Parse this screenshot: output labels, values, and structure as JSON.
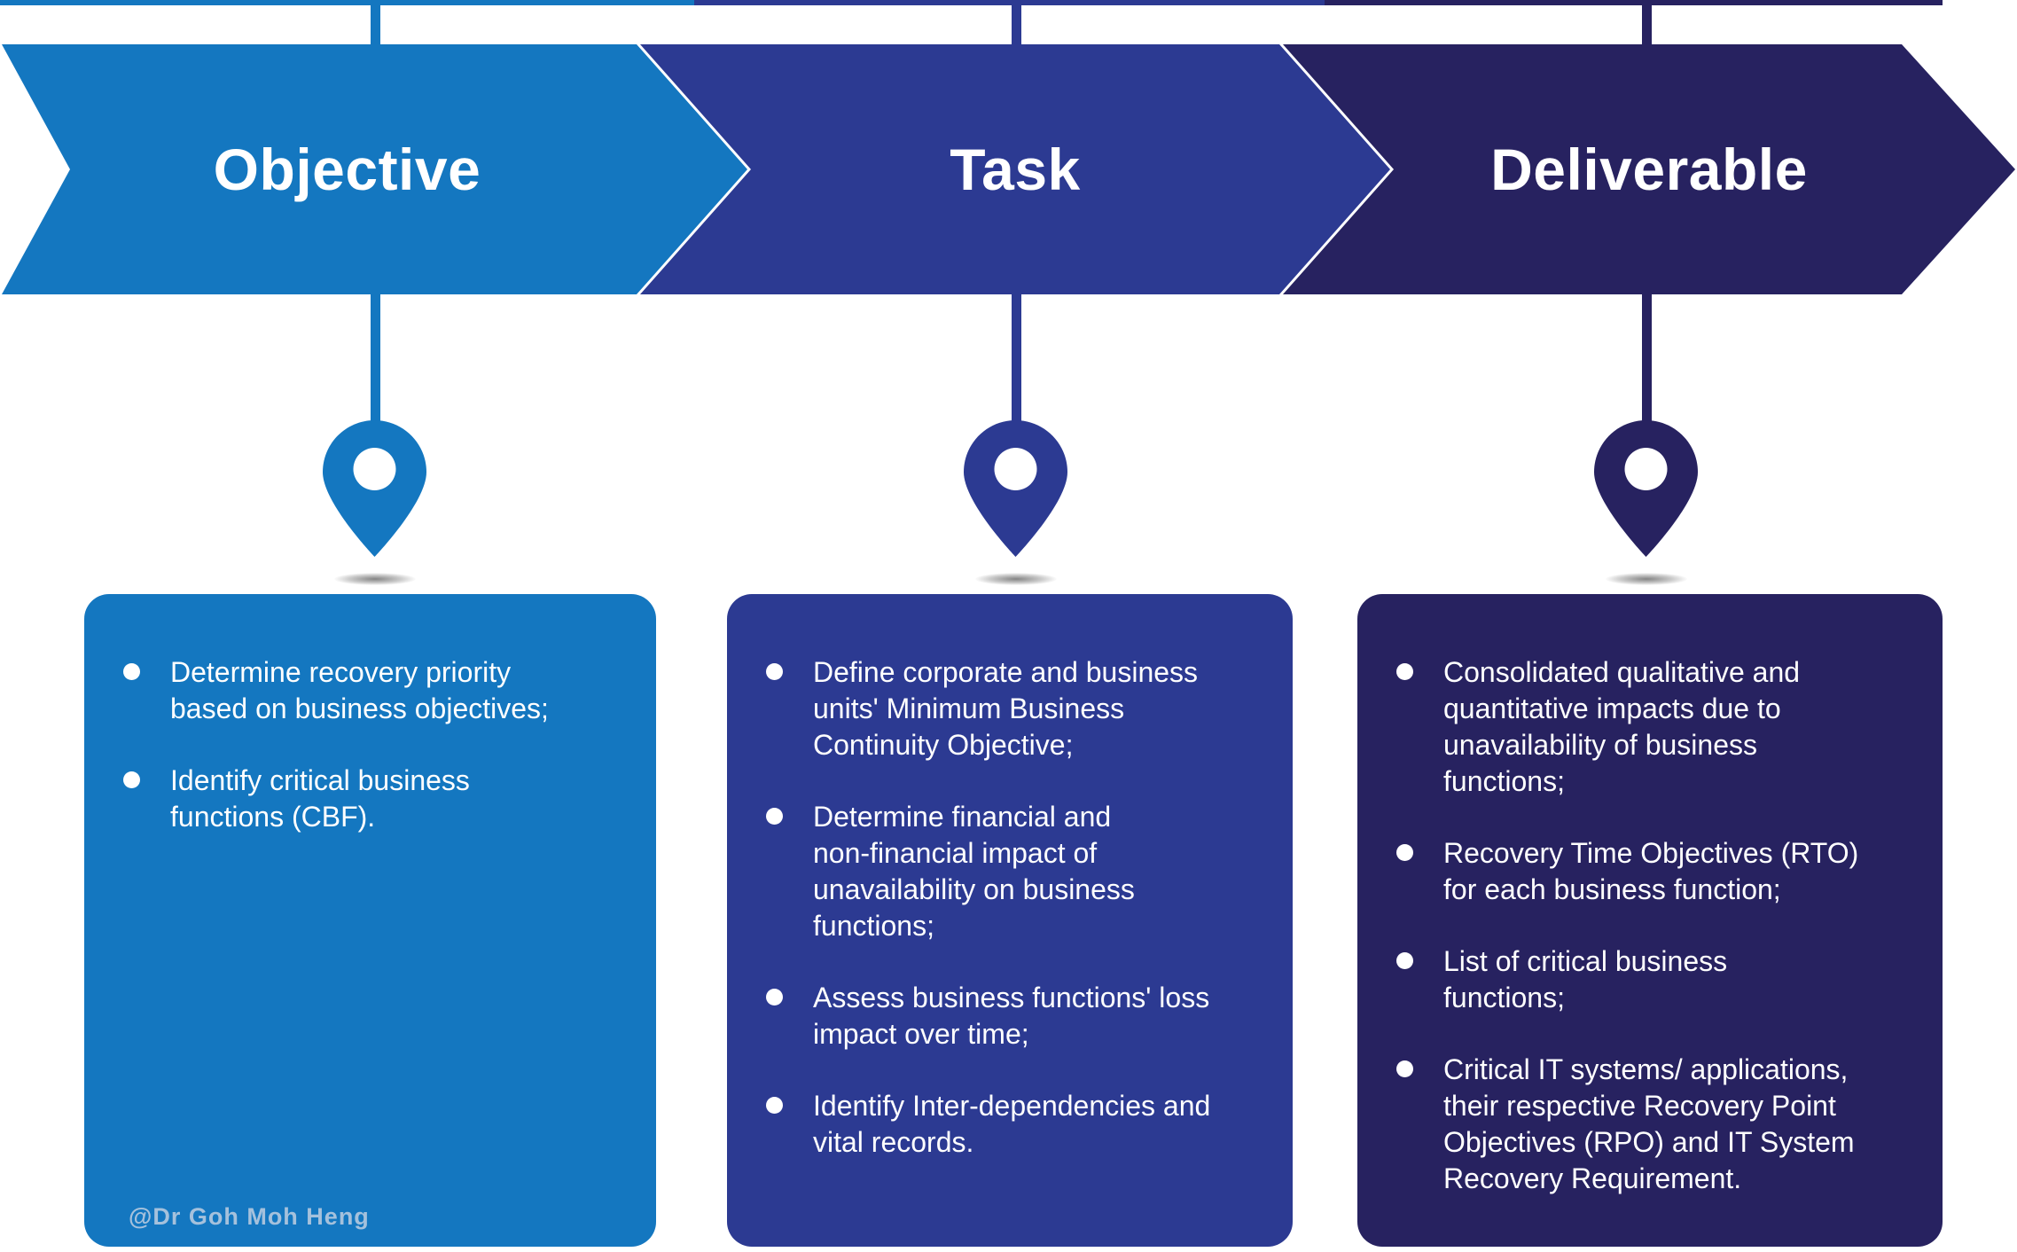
{
  "colors": {
    "c1": "#1477C0",
    "c2": "#2C3A92",
    "c3": "#272260",
    "text": "#FFFFFF",
    "wm": "#A5C1DC"
  },
  "columns": [
    {
      "header": "Objective",
      "bullets": [
        [
          "Determine recovery priority",
          "based on business objectives;"
        ],
        [
          "Identify critical business",
          "functions (CBF)."
        ]
      ]
    },
    {
      "header": "Task",
      "bullets": [
        [
          "Define corporate and business",
          "units' Minimum Business",
          "Continuity Objective;"
        ],
        [
          "Determine financial and",
          "non-financial impact of",
          "unavailability on business",
          "functions;"
        ],
        [
          "Assess business functions' loss",
          "impact over time;"
        ],
        [
          "Identify Inter-dependencies and",
          "vital records."
        ]
      ]
    },
    {
      "header": "Deliverable",
      "bullets": [
        [
          "Consolidated qualitative and",
          "quantitative impacts due to",
          "unavailability of business",
          "functions;"
        ],
        [
          "Recovery Time Objectives (RTO)",
          "for each business function;"
        ],
        [
          "List of critical business",
          "functions;"
        ],
        [
          "Critical IT systems/ applications,",
          "their respective Recovery Point",
          "Objectives (RPO) and IT System",
          "Recovery Requirement."
        ]
      ]
    }
  ],
  "watermark": "@Dr Goh Moh Heng"
}
